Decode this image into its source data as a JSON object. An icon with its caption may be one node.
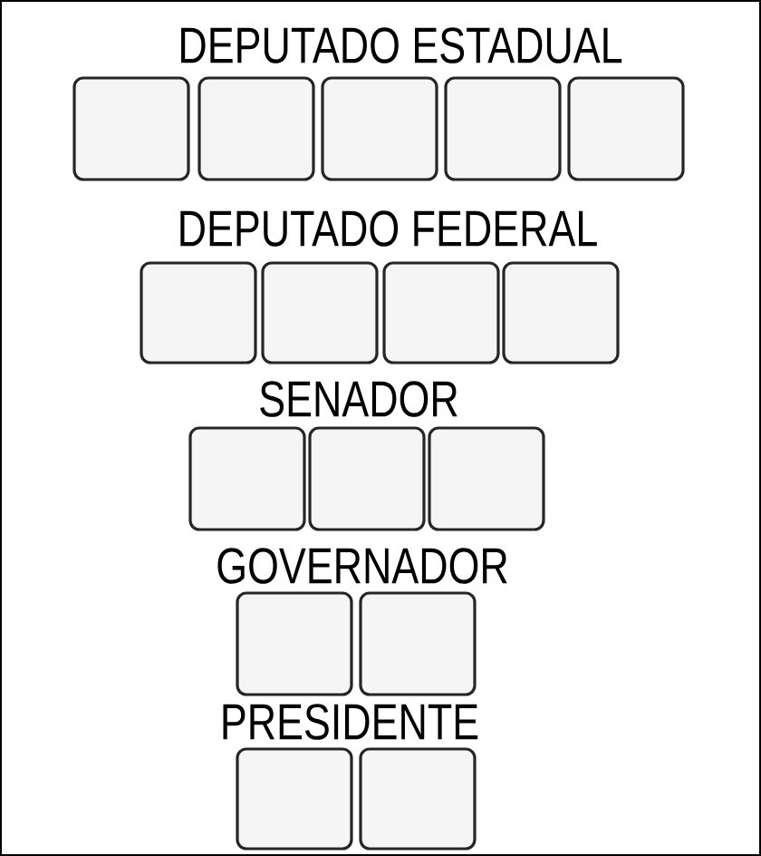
{
  "diagram": {
    "nodes": [
      {
        "text": [],
        "shape": "box"
      },
      {
        "text": [],
        "shape": "box"
      },
      {
        "text": [],
        "shape": "box"
      },
      {
        "text": [],
        "shape": "box"
      },
      {
        "text": [],
        "shape": "box"
      },
      {
        "text": [],
        "shape": "box"
      },
      {
        "text": [],
        "shape": "box"
      },
      {
        "text": [],
        "shape": "box"
      },
      {
        "text": [],
        "shape": "box"
      },
      {
        "text": [],
        "shape": "box"
      },
      {
        "text": [],
        "shape": "box"
      },
      {
        "text": [],
        "shape": "box"
      },
      {
        "text": [],
        "shape": "box"
      },
      {
        "text": [],
        "shape": "box"
      },
      {
        "text": [],
        "shape": "box"
      },
      {
        "text": [],
        "shape": "box"
      }
    ],
    "labels": [
      "DEPUTADO ESTADUAL",
      "DEPUTADO FEDERAL",
      "SENADOR",
      "GOVERNADOR",
      "PRESIDENTE"
    ]
  }
}
